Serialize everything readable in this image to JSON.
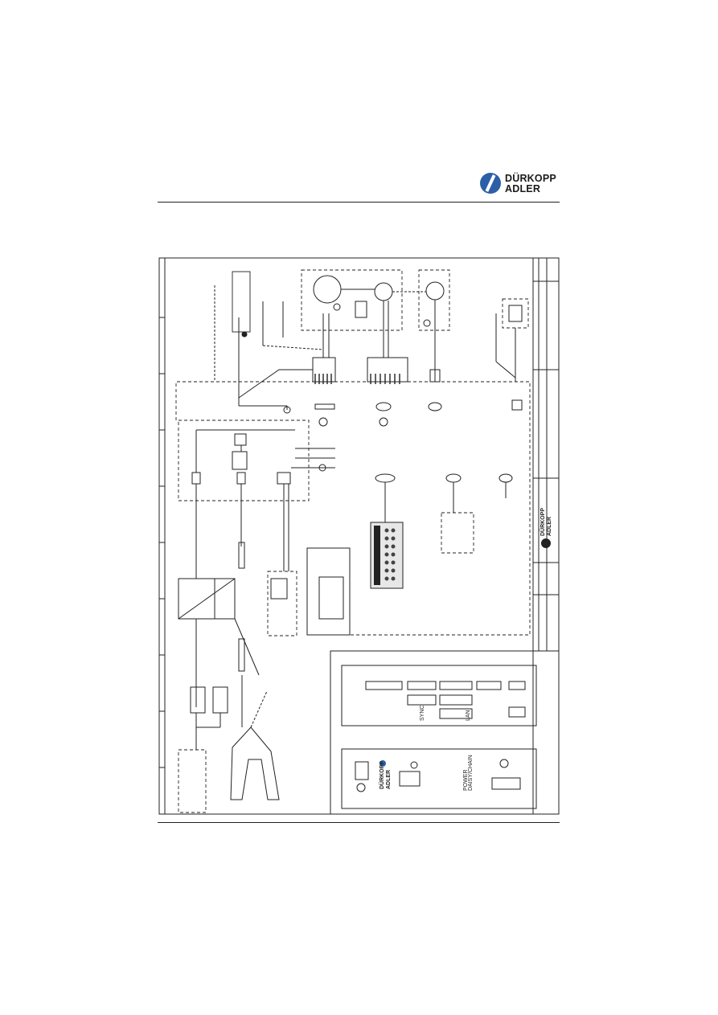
{
  "header": {
    "brand_line1": "DÜRKOPP",
    "brand_line2": "ADLER",
    "brand_color": "#2b5fa6"
  },
  "diagram": {
    "title_block_brand_line1": "DÜRKOPP",
    "title_block_brand_line2": "ADLER",
    "power_label_line1": "POWER",
    "power_label_line2": "DAISY/CHAIN",
    "panel_label_sync": "SYNC",
    "panel_label_lan": "LAN"
  }
}
